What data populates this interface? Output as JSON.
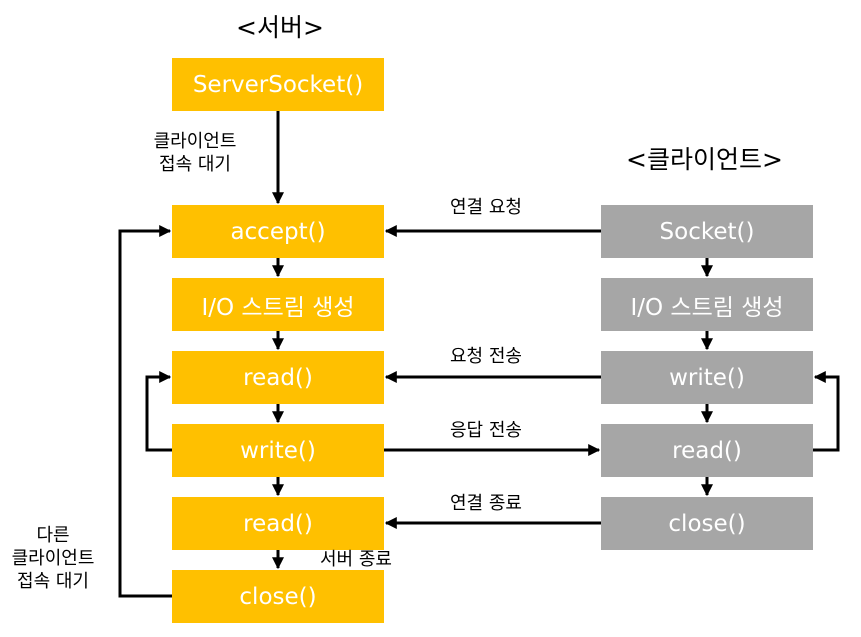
{
  "server": {
    "title": "<서버>",
    "steps": {
      "server_socket": "ServerSocket()",
      "accept": "accept()",
      "io_stream": "I/O 스트림 생성",
      "read1": "read()",
      "write": "write()",
      "read2": "read()",
      "close": "close()"
    },
    "wait_label_line1": "클라이언트",
    "wait_label_line2": "접속 대기",
    "other_wait_line1": "다른",
    "other_wait_line2": "클라이언트",
    "other_wait_line3": "접속 대기",
    "end_label": "서버 종료"
  },
  "client": {
    "title": "<클라이언트>",
    "steps": {
      "socket": "Socket()",
      "io_stream": "I/O 스트림 생성",
      "write": "write()",
      "read": "read()",
      "close": "close()"
    }
  },
  "messages": {
    "connect_request": "연결 요청",
    "send_request": "요청 전송",
    "send_response": "응답 전송",
    "close_connection": "연결 종료"
  },
  "colors": {
    "server_box": "#FFC000",
    "client_box": "#A6A6A6",
    "arrow": "#000000"
  }
}
